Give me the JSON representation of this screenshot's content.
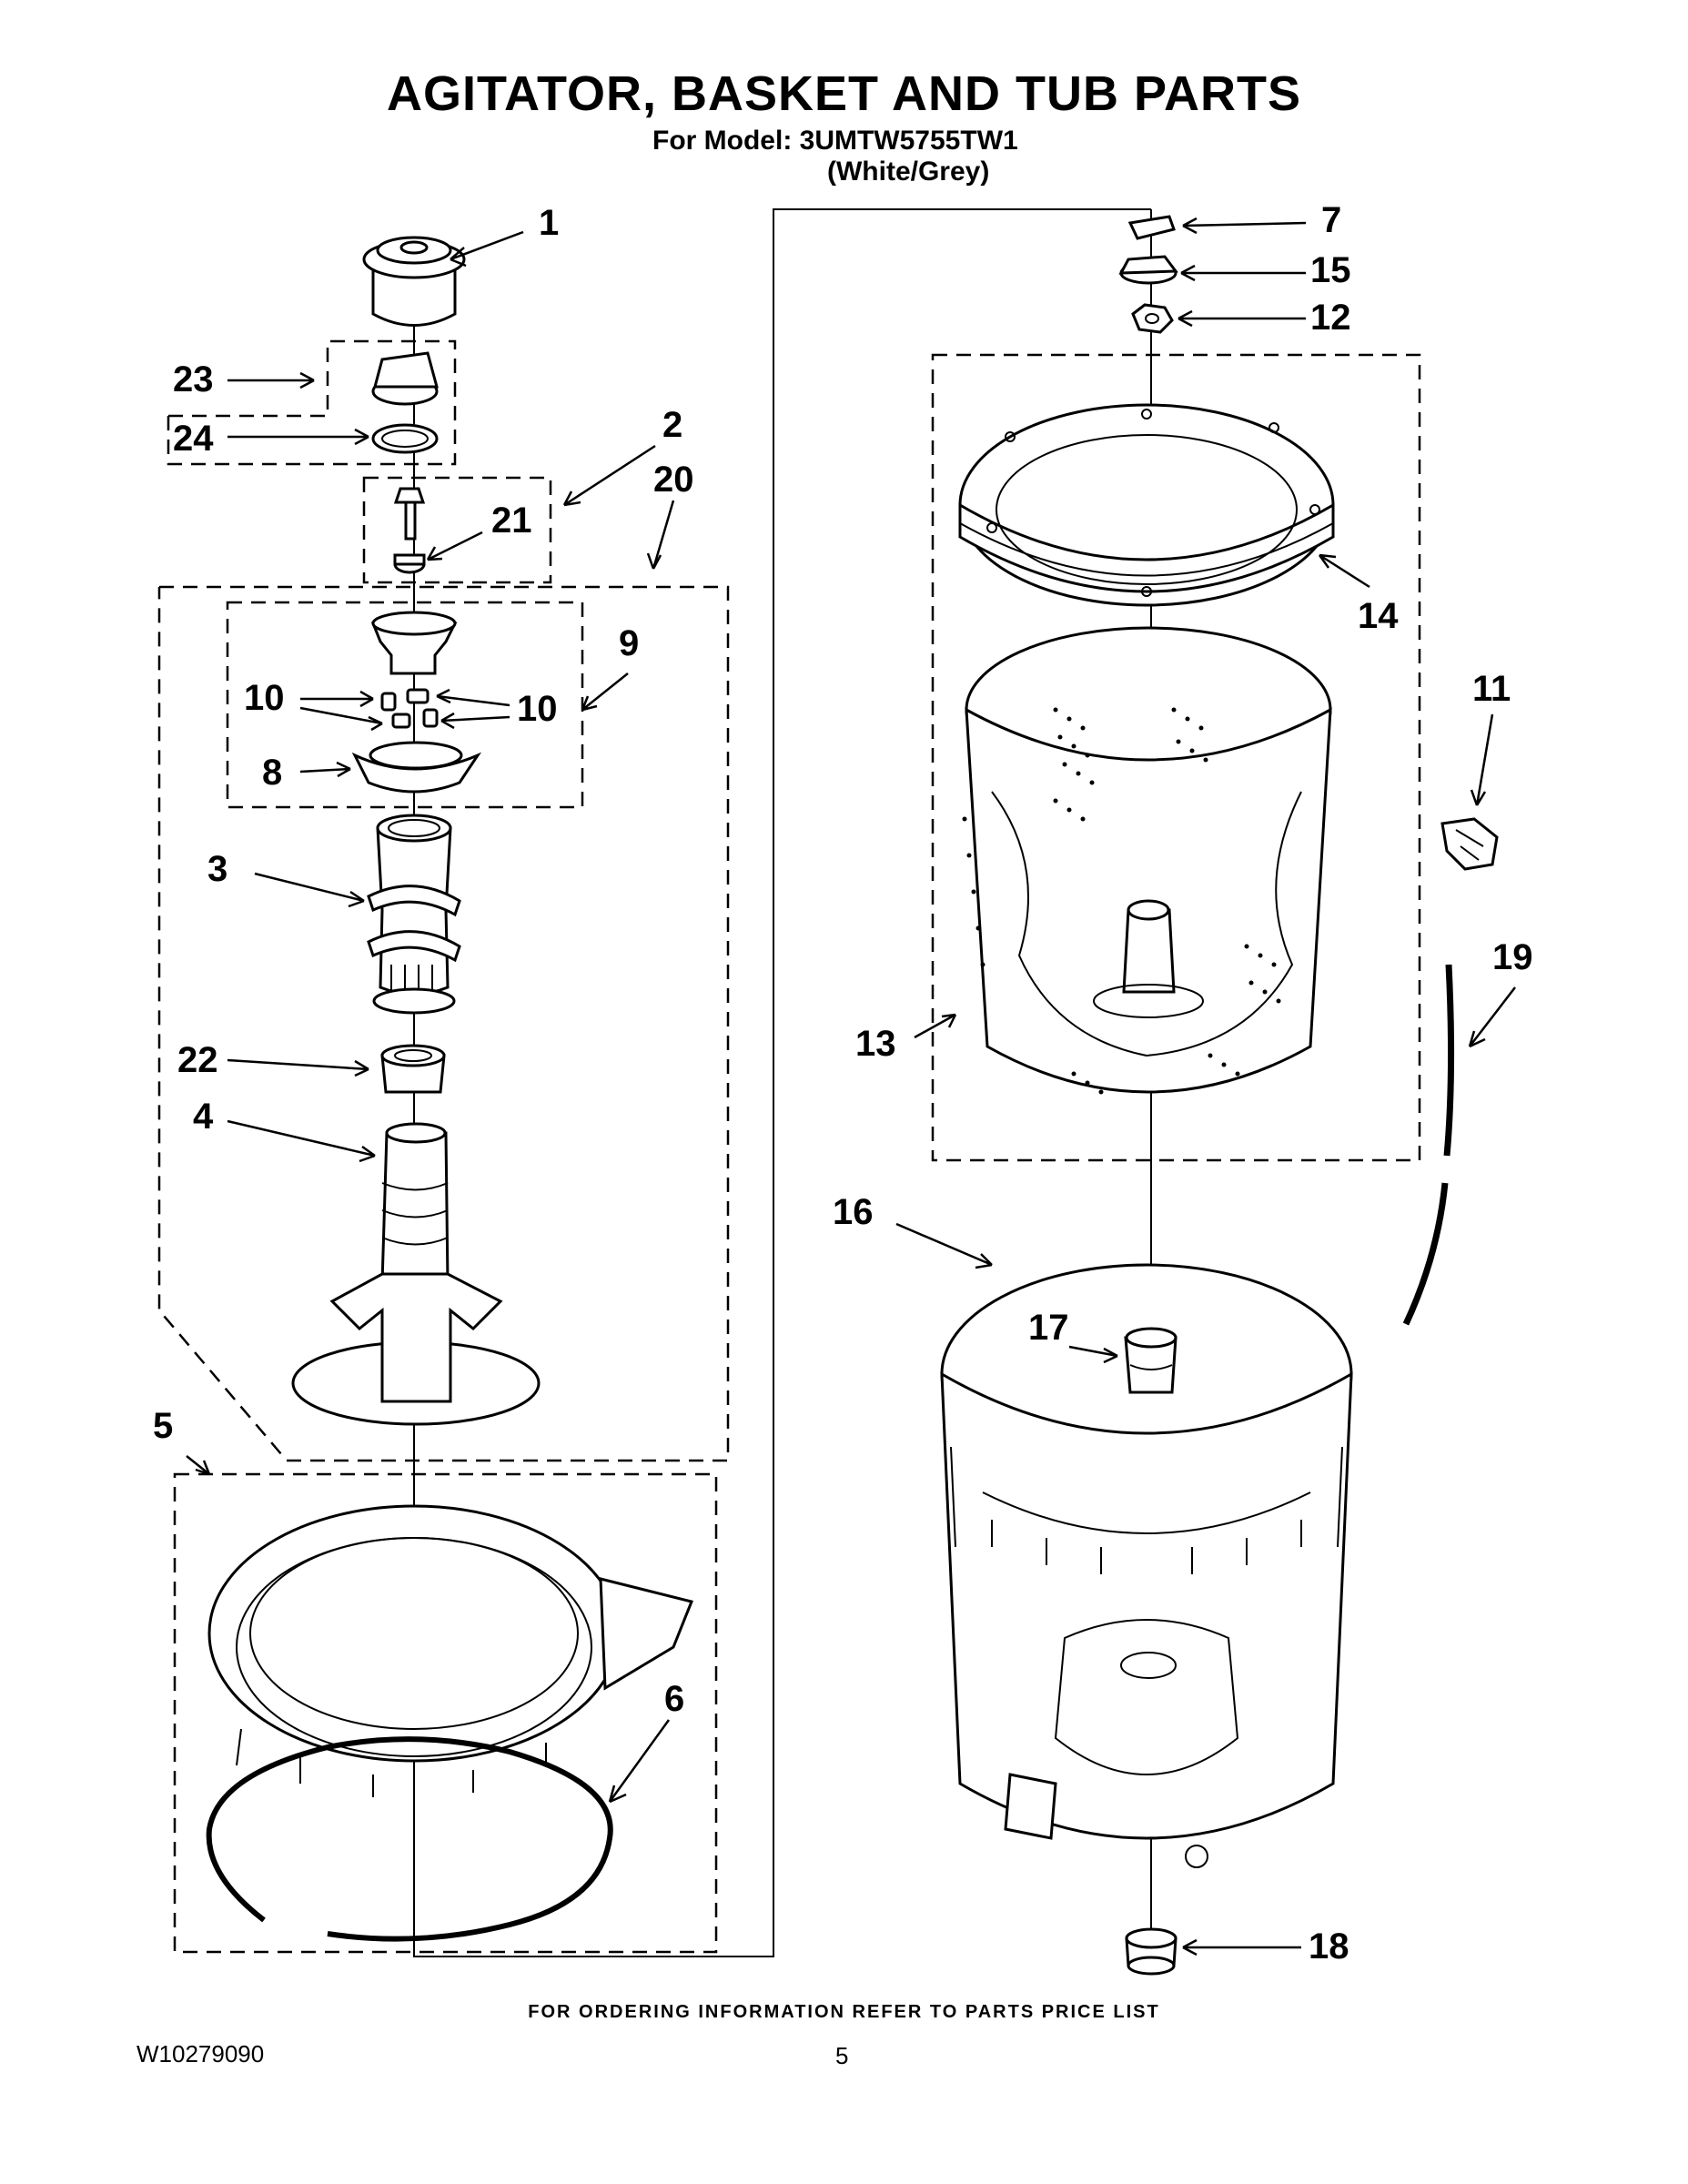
{
  "header": {
    "title": "AGITATOR, BASKET AND TUB PARTS",
    "model_line": "For Model: 3UMTW5755TW1",
    "color_line": "(White/Grey)"
  },
  "footer": {
    "ordering_note": "FOR ORDERING INFORMATION REFER TO PARTS PRICE LIST",
    "document_number": "W10279090",
    "page_number": "5"
  },
  "callouts": {
    "c1": "1",
    "c2": "2",
    "c3": "3",
    "c4": "4",
    "c5": "5",
    "c6": "6",
    "c7": "7",
    "c8": "8",
    "c9": "9",
    "c10a": "10",
    "c10b": "10",
    "c11": "11",
    "c12": "12",
    "c13": "13",
    "c14": "14",
    "c15": "15",
    "c16": "16",
    "c17": "17",
    "c18": "18",
    "c19": "19",
    "c20": "20",
    "c21": "21",
    "c22": "22",
    "c23": "23",
    "c24": "24"
  }
}
